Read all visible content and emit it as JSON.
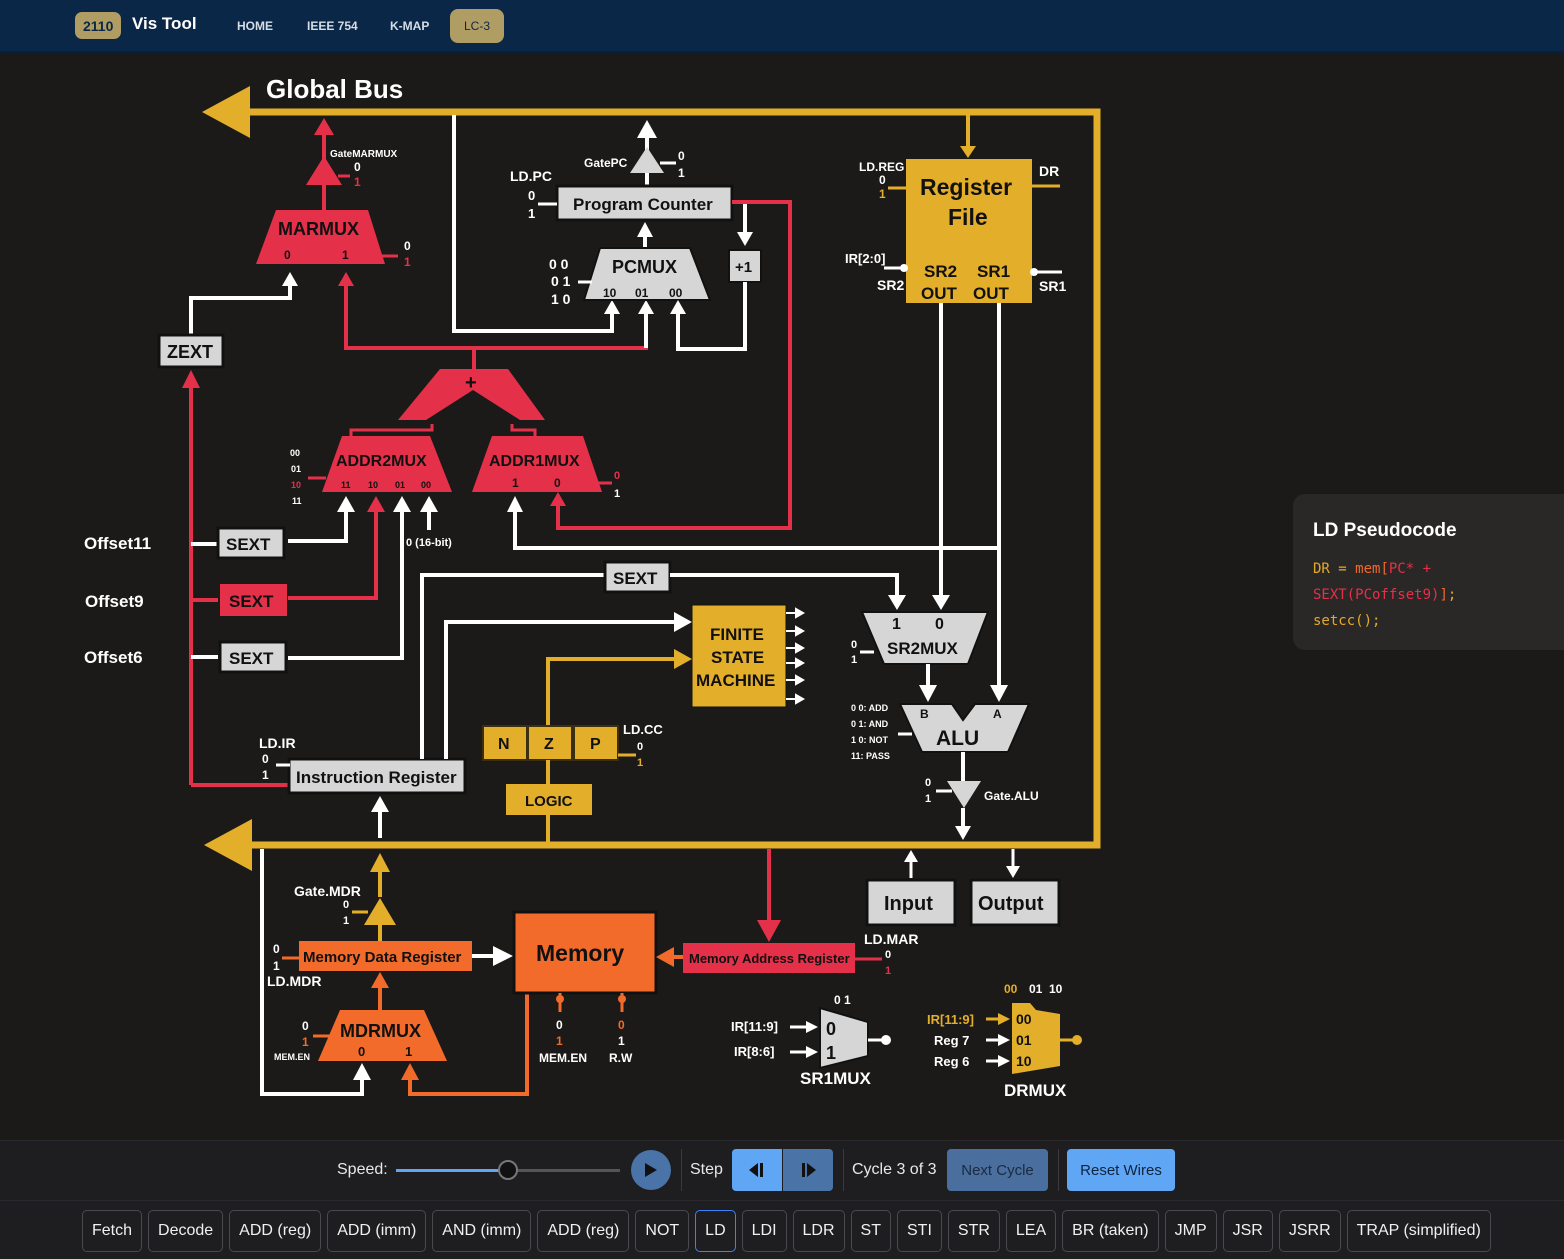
{
  "nav": {
    "badge": "2110",
    "brand": "Vis Tool",
    "links": [
      "HOME",
      "IEEE 754",
      "K-MAP",
      "LC-3"
    ],
    "active": "LC-3"
  },
  "colors": {
    "bus": "#e3ae2a",
    "red_path": "#e5304a",
    "orange_path": "#f26b2a",
    "gray_block": "#d6d6d6",
    "wire": "#ffffff",
    "background": "#1c1a19",
    "nav_bg": "#0b2747",
    "accent_gold": "#b09d64",
    "button_blue": "#5fa6f5"
  },
  "diagram": {
    "global_bus": "Global Bus",
    "gate_marmux": {
      "label": "GateMARMUX",
      "v0": "0",
      "v1": "1"
    },
    "marmux": {
      "label": "MARMUX",
      "in0": "0",
      "in1": "1",
      "sel0": "0",
      "sel1": "1"
    },
    "zext": "ZEXT",
    "gate_pc": {
      "label": "GatePC",
      "v0": "0",
      "v1": "1"
    },
    "ld_pc": {
      "label": "LD.PC",
      "v0": "0",
      "v1": "1"
    },
    "program_counter": "Program Counter",
    "plus_one": "+1",
    "pcmux": {
      "label": "PCMUX",
      "sel": [
        "0 0",
        "0 1",
        "1 0"
      ],
      "inputs": [
        "10",
        "01",
        "00"
      ]
    },
    "adder": "+",
    "addr2mux": {
      "label": "ADDR2MUX",
      "sel": [
        "00",
        "01",
        "10",
        "11"
      ],
      "active_sel": "10",
      "inputs": [
        "11",
        "10",
        "01",
        "00"
      ],
      "zero_label": "0 (16-bit)"
    },
    "addr1mux": {
      "label": "ADDR1MUX",
      "inputs": [
        "1",
        "0"
      ],
      "sel0": "0",
      "sel1": "1"
    },
    "offsets": [
      "Offset11",
      "Offset9",
      "Offset6"
    ],
    "sext": "SEXT",
    "register_file": {
      "title1": "Register",
      "title2": "File",
      "ld_reg": "LD.REG",
      "v0": "0",
      "v1": "1",
      "dr": "DR",
      "ir": "IR[2:0]",
      "sr2": "SR2",
      "sr1": "SR1",
      "sr2out1": "SR2",
      "sr2out2": "OUT",
      "sr1out1": "SR1",
      "sr1out2": "OUT"
    },
    "sr2mux": {
      "label": "SR2MUX",
      "in1": "1",
      "in0": "0",
      "v0": "0",
      "v1": "1"
    },
    "alu": {
      "label": "ALU",
      "b": "B",
      "a": "A",
      "ops": [
        "0 0:  ADD",
        "0 1:  AND",
        "1 0:  NOT",
        "11: PASS"
      ]
    },
    "gate_alu": {
      "label": "Gate.ALU",
      "v0": "0",
      "v1": "1"
    },
    "fsm": [
      "FINITE",
      "STATE",
      "MACHINE"
    ],
    "nzp": [
      "N",
      "Z",
      "P"
    ],
    "ld_cc": {
      "label": "LD.CC",
      "v0": "0",
      "v1": "1"
    },
    "logic": "LOGIC",
    "ld_ir": {
      "label": "LD.IR",
      "v0": "0",
      "v1": "1"
    },
    "instruction_register": "Instruction Register",
    "gate_mdr": {
      "label": "Gate.MDR",
      "v0": "0",
      "v1": "1"
    },
    "mdr": {
      "label": "Memory Data Register",
      "v0": "0",
      "v1": "1",
      "ld": "LD.MDR"
    },
    "mdrmux": {
      "label": "MDRMUX",
      "in0": "0",
      "in1": "1",
      "v0": "0",
      "v1": "1",
      "sel": "MEM.EN"
    },
    "memory": {
      "label": "Memory",
      "en0": "0",
      "en1": "1",
      "en": "MEM.EN",
      "rw0": "0",
      "rw1": "1",
      "rw": "R.W"
    },
    "mar": {
      "label": "Memory Address Register",
      "ld": "LD.MAR",
      "v0": "0",
      "v1": "1"
    },
    "input": "Input",
    "output": "Output",
    "sr1mux": {
      "label": "SR1MUX",
      "sel": "0  1",
      "in0_src": "IR[11:9]",
      "in1_src": "IR[8:6]",
      "in0": "0",
      "in1": "1"
    },
    "drmux": {
      "label": "DRMUX",
      "sel": [
        "00",
        "01",
        "10"
      ],
      "active_sel": "00",
      "srcs": [
        "IR[11:9]",
        "Reg 7",
        "Reg 6"
      ],
      "inputs": [
        "00",
        "01",
        "10"
      ]
    }
  },
  "pseudocode": {
    "title": "LD Pseudocode",
    "line1a": "DR",
    "line1b": " = ",
    "line1c": "mem[",
    "line1d": "PC* +",
    "line2a": "SEXT(PCoffset9)",
    "line2b": "]",
    "line2c": ";",
    "line3": "setcc();"
  },
  "controls": {
    "speed_label": "Speed:",
    "speed_value": 0.5,
    "step_label": "Step",
    "cycle_text": "Cycle 3 of 3",
    "next_cycle": "Next Cycle",
    "reset_wires": "Reset Wires"
  },
  "instructions": {
    "items": [
      "Fetch",
      "Decode",
      "ADD (reg)",
      "ADD (imm)",
      "AND (imm)",
      "ADD (reg)",
      "NOT",
      "LD",
      "LDI",
      "LDR",
      "ST",
      "STI",
      "STR",
      "LEA",
      "BR (taken)",
      "JMP",
      "JSR",
      "JSRR",
      "TRAP (simplified)"
    ],
    "active": "LD"
  }
}
